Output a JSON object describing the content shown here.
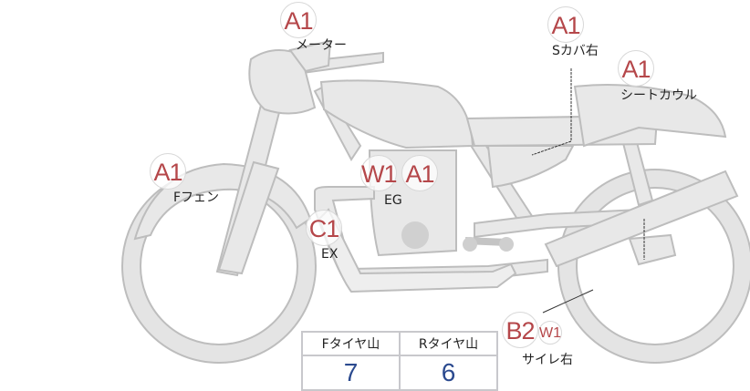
{
  "colors": {
    "code_red": "#b5474a",
    "value_blue": "#2b4a8f",
    "part_fill": "#e8e8e8",
    "part_stroke": "#bdbdbd"
  },
  "parts": [
    {
      "id": "meter",
      "codes": [
        "A1"
      ],
      "label": "メーター"
    },
    {
      "id": "s-cover-right",
      "codes": [
        "A1"
      ],
      "label": "Sカバ右"
    },
    {
      "id": "seat-cowl",
      "codes": [
        "A1"
      ],
      "label": "シートカウル"
    },
    {
      "id": "front-fender",
      "codes": [
        "A1"
      ],
      "label": "Fフェン"
    },
    {
      "id": "engine",
      "codes": [
        "W1",
        "A1"
      ],
      "label": "EG"
    },
    {
      "id": "exhaust",
      "codes": [
        "C1"
      ],
      "label": "EX"
    },
    {
      "id": "silencer-right",
      "codes": [
        "B2",
        "W1"
      ],
      "label": "サイレ右"
    }
  ],
  "tire_table": {
    "headers": [
      "Fタイヤ山",
      "Rタイヤ山"
    ],
    "values": [
      "7",
      "6"
    ]
  }
}
